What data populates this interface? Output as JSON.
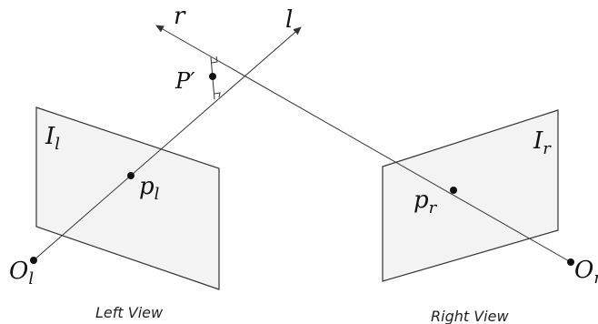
{
  "diagram": {
    "labels": {
      "ray_r": "r",
      "ray_l": "l",
      "point_P": "P′",
      "image_left_main": "I",
      "image_left_sub": "l",
      "image_right_main": "I",
      "image_right_sub": "r",
      "proj_left_main": "p",
      "proj_left_sub": "l",
      "proj_right_main": "p",
      "proj_right_sub": "r",
      "origin_left_main": "O",
      "origin_left_sub": "l",
      "origin_right_main": "O",
      "origin_right_sub": "r"
    },
    "captions": {
      "left": "Left View",
      "right": "Right View"
    }
  }
}
